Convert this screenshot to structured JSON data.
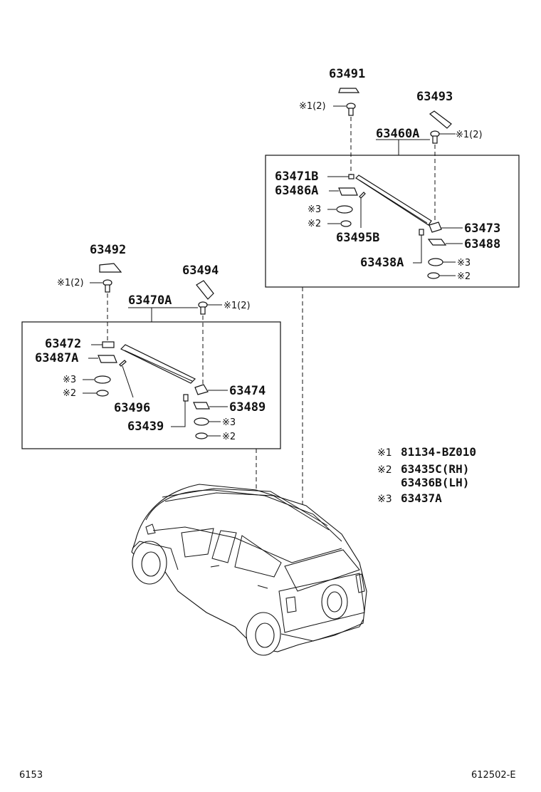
{
  "labels": {
    "p63491": "63491",
    "p63493": "63493",
    "p63460A": "63460A",
    "p63471B": "63471B",
    "p63486A": "63486A",
    "p63495B": "63495B",
    "p63473": "63473",
    "p63488": "63488",
    "p63438A": "63438A",
    "p63492": "63492",
    "p63494": "63494",
    "p63470A": "63470A",
    "p63472": "63472",
    "p63487A": "63487A",
    "p63496": "63496",
    "p63474": "63474",
    "p63489": "63489",
    "p63439": "63439"
  },
  "refs": {
    "r1_2": "※1(2)",
    "r2": "※2",
    "r3": "※3"
  },
  "legend": {
    "line1_mark": "※1",
    "line1_text": "81134-BZ010",
    "line2_mark": "※2",
    "line2_text": "63435C(RH)",
    "line3_text": "63436B(LH)",
    "line4_mark": "※3",
    "line4_text": "63437A"
  },
  "footer": {
    "left": "6153",
    "right": "612502-E"
  }
}
